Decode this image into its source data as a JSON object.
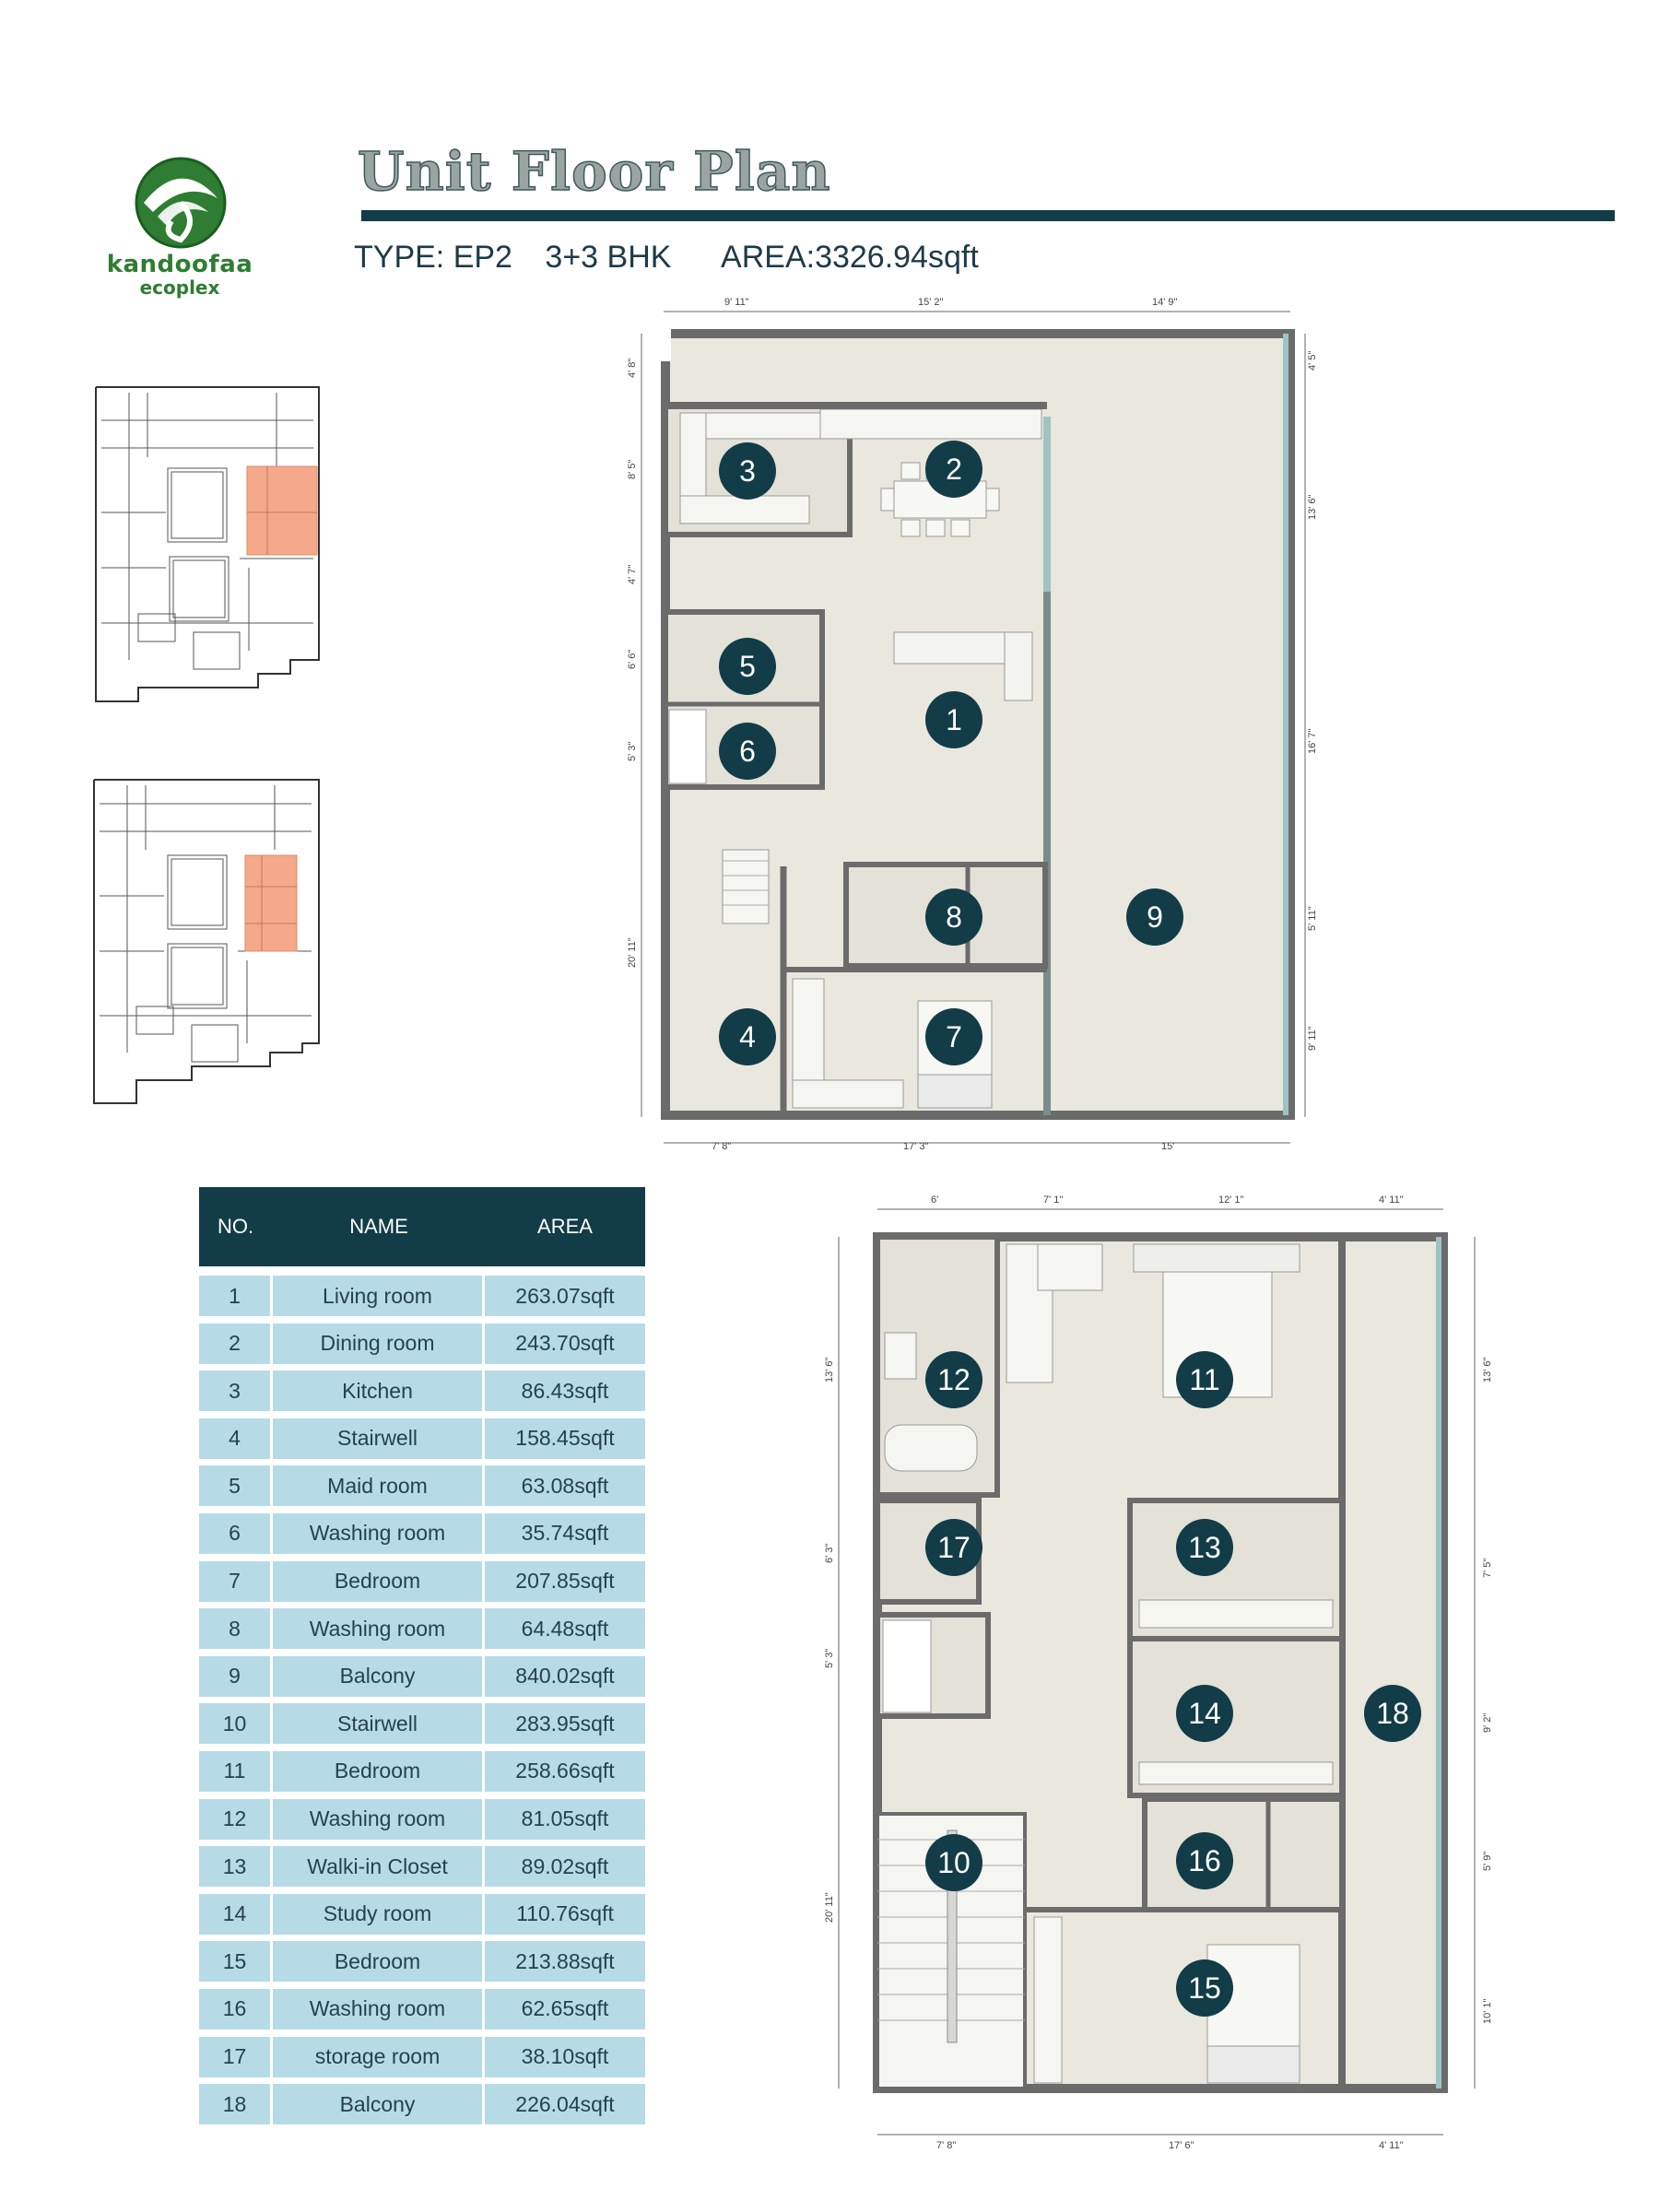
{
  "header": {
    "brand_line1": "kandoofaa",
    "brand_line2": "ecoplex",
    "title": "Unit Floor Plan",
    "type": "TYPE: EP2",
    "bhk": "3+3 BHK",
    "area": "AREA:3326.94sqft"
  },
  "colors": {
    "dark_teal": "#123c47",
    "row_blue": "#b6dbe7",
    "highlight_orange": "#f4a98a",
    "brand_green": "#2e7d32"
  },
  "table": {
    "col_no": "NO.",
    "col_name": "NAME",
    "col_area": "AREA",
    "rows": [
      {
        "no": "1",
        "name": "Living room",
        "area": "263.07sqft"
      },
      {
        "no": "2",
        "name": "Dining room",
        "area": "243.70sqft"
      },
      {
        "no": "3",
        "name": "Kitchen",
        "area": "86.43sqft"
      },
      {
        "no": "4",
        "name": "Stairwell",
        "area": "158.45sqft"
      },
      {
        "no": "5",
        "name": "Maid room",
        "area": "63.08sqft"
      },
      {
        "no": "6",
        "name": "Washing room",
        "area": "35.74sqft"
      },
      {
        "no": "7",
        "name": "Bedroom",
        "area": "207.85sqft"
      },
      {
        "no": "8",
        "name": "Washing room",
        "area": "64.48sqft"
      },
      {
        "no": "9",
        "name": "Balcony",
        "area": "840.02sqft"
      },
      {
        "no": "10",
        "name": "Stairwell",
        "area": "283.95sqft"
      },
      {
        "no": "11",
        "name": "Bedroom",
        "area": "258.66sqft"
      },
      {
        "no": "12",
        "name": "Washing room",
        "area": "81.05sqft"
      },
      {
        "no": "13",
        "name": "Walki-in Closet",
        "area": "89.02sqft"
      },
      {
        "no": "14",
        "name": "Study room",
        "area": "110.76sqft"
      },
      {
        "no": "15",
        "name": "Bedroom",
        "area": "213.88sqft"
      },
      {
        "no": "16",
        "name": "Washing room",
        "area": "62.65sqft"
      },
      {
        "no": "17",
        "name": "storage room",
        "area": "38.10sqft"
      },
      {
        "no": "18",
        "name": "Balcony",
        "area": "226.04sqft"
      }
    ]
  },
  "plan_upper": {
    "markers": [
      "1",
      "2",
      "3",
      "4",
      "5",
      "6",
      "7",
      "8",
      "9"
    ],
    "dims_top": [
      "9' 11\"",
      "15' 2\"",
      "14' 9\""
    ],
    "dims_bottom": [
      "7' 8\"",
      "17' 3\"",
      "15'"
    ],
    "dims_left": [
      "4' 8\"",
      "8' 5\"",
      "4' 7\"",
      "6' 6\"",
      "5' 3\"",
      "20' 11\""
    ],
    "dims_right": [
      "4' 5\"",
      "13' 6\"",
      "16' 7\"",
      "5' 11\"",
      "9' 11\""
    ]
  },
  "plan_lower": {
    "markers": [
      "10",
      "11",
      "12",
      "13",
      "14",
      "15",
      "16",
      "17",
      "18"
    ],
    "dims_top": [
      "6'",
      "7' 1\"",
      "12' 1\"",
      "4' 11\""
    ],
    "dims_bottom": [
      "7' 8\"",
      "17' 6\"",
      "4' 11\""
    ],
    "dims_left": [
      "13' 6\"",
      "6' 3\"",
      "5' 3\"",
      "20' 11\""
    ],
    "dims_right": [
      "13' 6\"",
      "7' 5\"",
      "9' 2\"",
      "5' 9\"",
      "10' 1\""
    ]
  }
}
